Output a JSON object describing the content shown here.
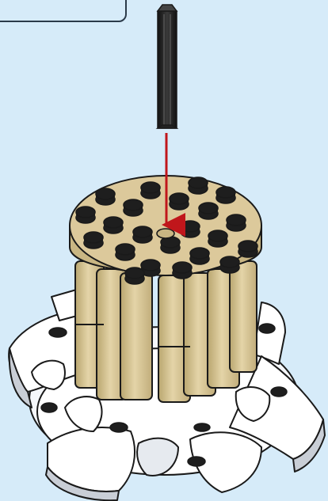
{
  "instruction": {
    "description": "",
    "step_number": "",
    "callout_parts": []
  },
  "colors": {
    "background": "#d6ebf9",
    "tan_brick": "#d9c79a",
    "tan_shadow": "#b9a66f",
    "white_brick": "#ffffff",
    "white_shadow": "#c9ced6",
    "black_axle": "#1e1e1e",
    "arrow": "#c0161b",
    "outline": "#1a1a1a"
  },
  "parts": {
    "axle": "black-cross-axle",
    "round_plate": "tan-round-plate-with-studs",
    "cylinders": "tan-round-bricks",
    "base": "white-round-base-with-curved-slopes"
  }
}
